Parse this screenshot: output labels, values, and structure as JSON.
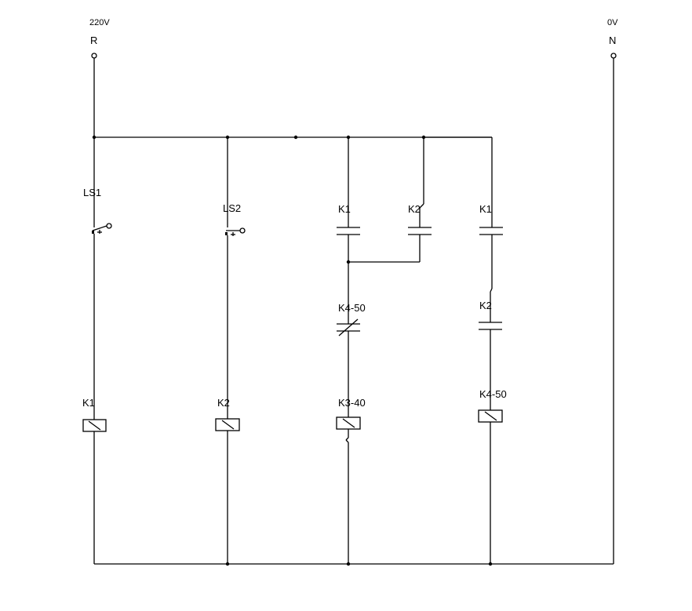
{
  "supply": {
    "left_voltage": "220V",
    "left_terminal": "R",
    "right_voltage": "0V",
    "right_terminal": "N"
  },
  "components": {
    "ls1": "LS1",
    "ls2": "LS2",
    "k1_contact_a": "K1",
    "k2_contact_a": "K2",
    "k1_contact_b": "K1",
    "k2_contact_b": "K2",
    "k4_nc_contact": "K4-50",
    "k1_coil": "K1",
    "k2_coil": "K2",
    "k3_coil": "K3-40",
    "k4_coil": "K4-50"
  },
  "colors": {
    "wire": "#000000",
    "background": "#ffffff"
  }
}
